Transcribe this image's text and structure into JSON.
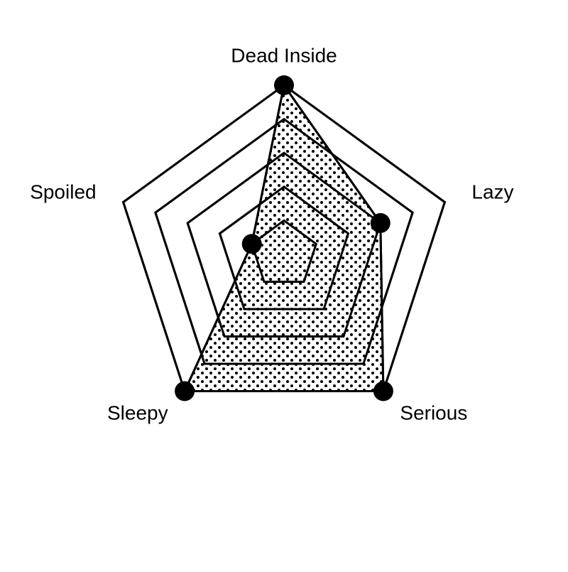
{
  "colors": {
    "line": "#000000",
    "background": "#ffffff"
  },
  "chart_data": {
    "type": "radar",
    "categories": [
      "Dead Inside",
      "Lazy",
      "Serious",
      "Sleepy",
      "Spoiled"
    ],
    "values": [
      5,
      3,
      5,
      5,
      1
    ],
    "range": [
      0,
      5
    ],
    "grid_levels": 5,
    "fill_pattern": "dots",
    "markers": "filled-circle"
  }
}
